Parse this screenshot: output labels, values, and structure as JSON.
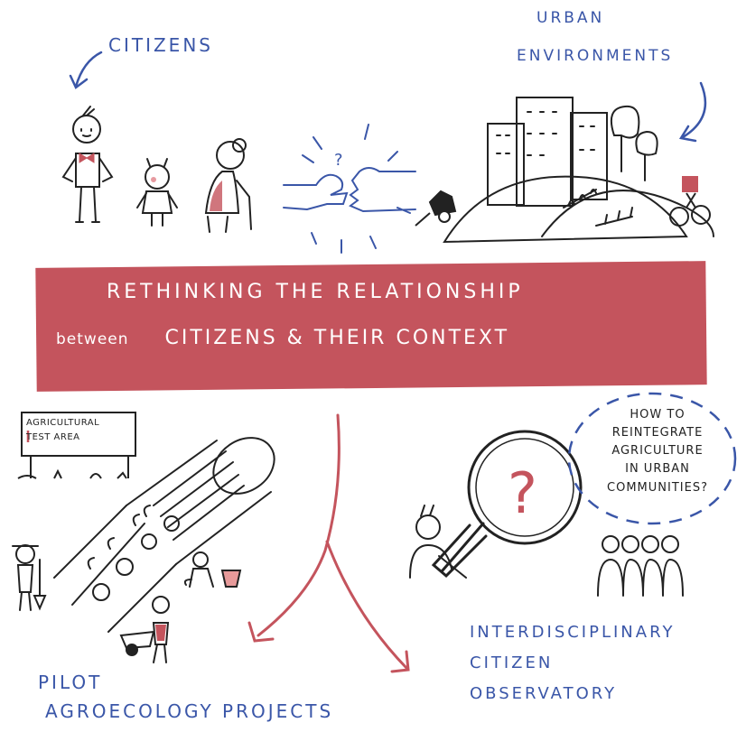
{
  "labels": {
    "citizens": "Citizens",
    "urban_environments_line1": "Urban",
    "urban_environments_line2": "Environments",
    "pilot_line1": "Pilot",
    "pilot_line2": "Agroecology Projects",
    "observatory_line1": "Interdisciplinary",
    "observatory_line2": "Citizen",
    "observatory_line3": "Observatory"
  },
  "banner": {
    "line1": "Rethinking the relationship",
    "line2_lower": "between",
    "line2_upper": "Citizens & their context"
  },
  "sign": {
    "line1": "Agricultural",
    "line2": "Test area"
  },
  "question": {
    "line1": "How to",
    "line2": "reintegrate",
    "line3": "agriculture",
    "line4": "in urban",
    "line5": "communities?"
  },
  "colors": {
    "accent_red": "#c4545d",
    "ink_blue": "#3a56a8",
    "ink_dark": "#2b2b2b"
  }
}
